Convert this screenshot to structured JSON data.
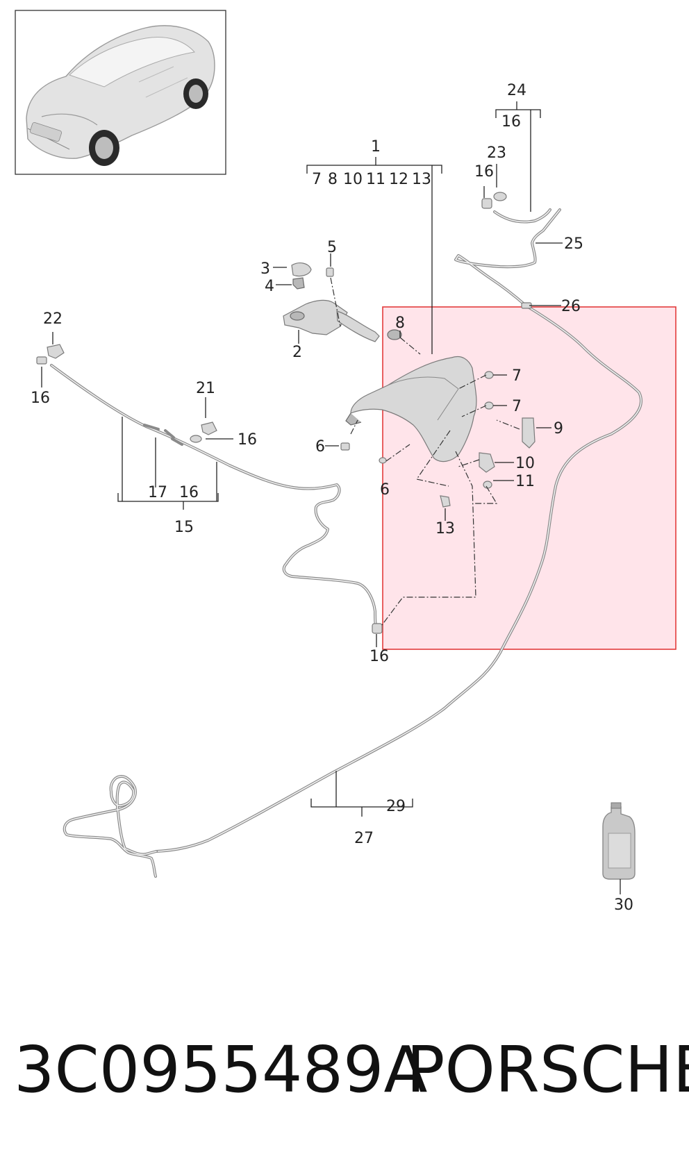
{
  "diagram": {
    "callouts": {
      "c1": "1",
      "c1_children": [
        "7",
        "8",
        "10",
        "11",
        "12",
        "13"
      ],
      "c2": "2",
      "c3": "3",
      "c4": "4",
      "c5": "5",
      "c6a": "6",
      "c6b": "6",
      "c7a": "7",
      "c7b": "7",
      "c8": "8",
      "c9": "9",
      "c10": "10",
      "c11": "11",
      "c13": "13",
      "c15": "15",
      "c15_children": [
        "17",
        "16"
      ],
      "c16a": "16",
      "c16b": "16",
      "c16c": "16",
      "c16d": "16",
      "c21": "21",
      "c22": "22",
      "c23": "23",
      "c24": "24",
      "c24_child": "16",
      "c25": "25",
      "c26": "26",
      "c27": "27",
      "c29": "29",
      "c30": "30"
    },
    "highlight_color": "#ffdfe6",
    "highlight_border": "#e23b3b"
  },
  "footer": {
    "part_number": "3C0955489A",
    "brand": "PORSCHE"
  }
}
